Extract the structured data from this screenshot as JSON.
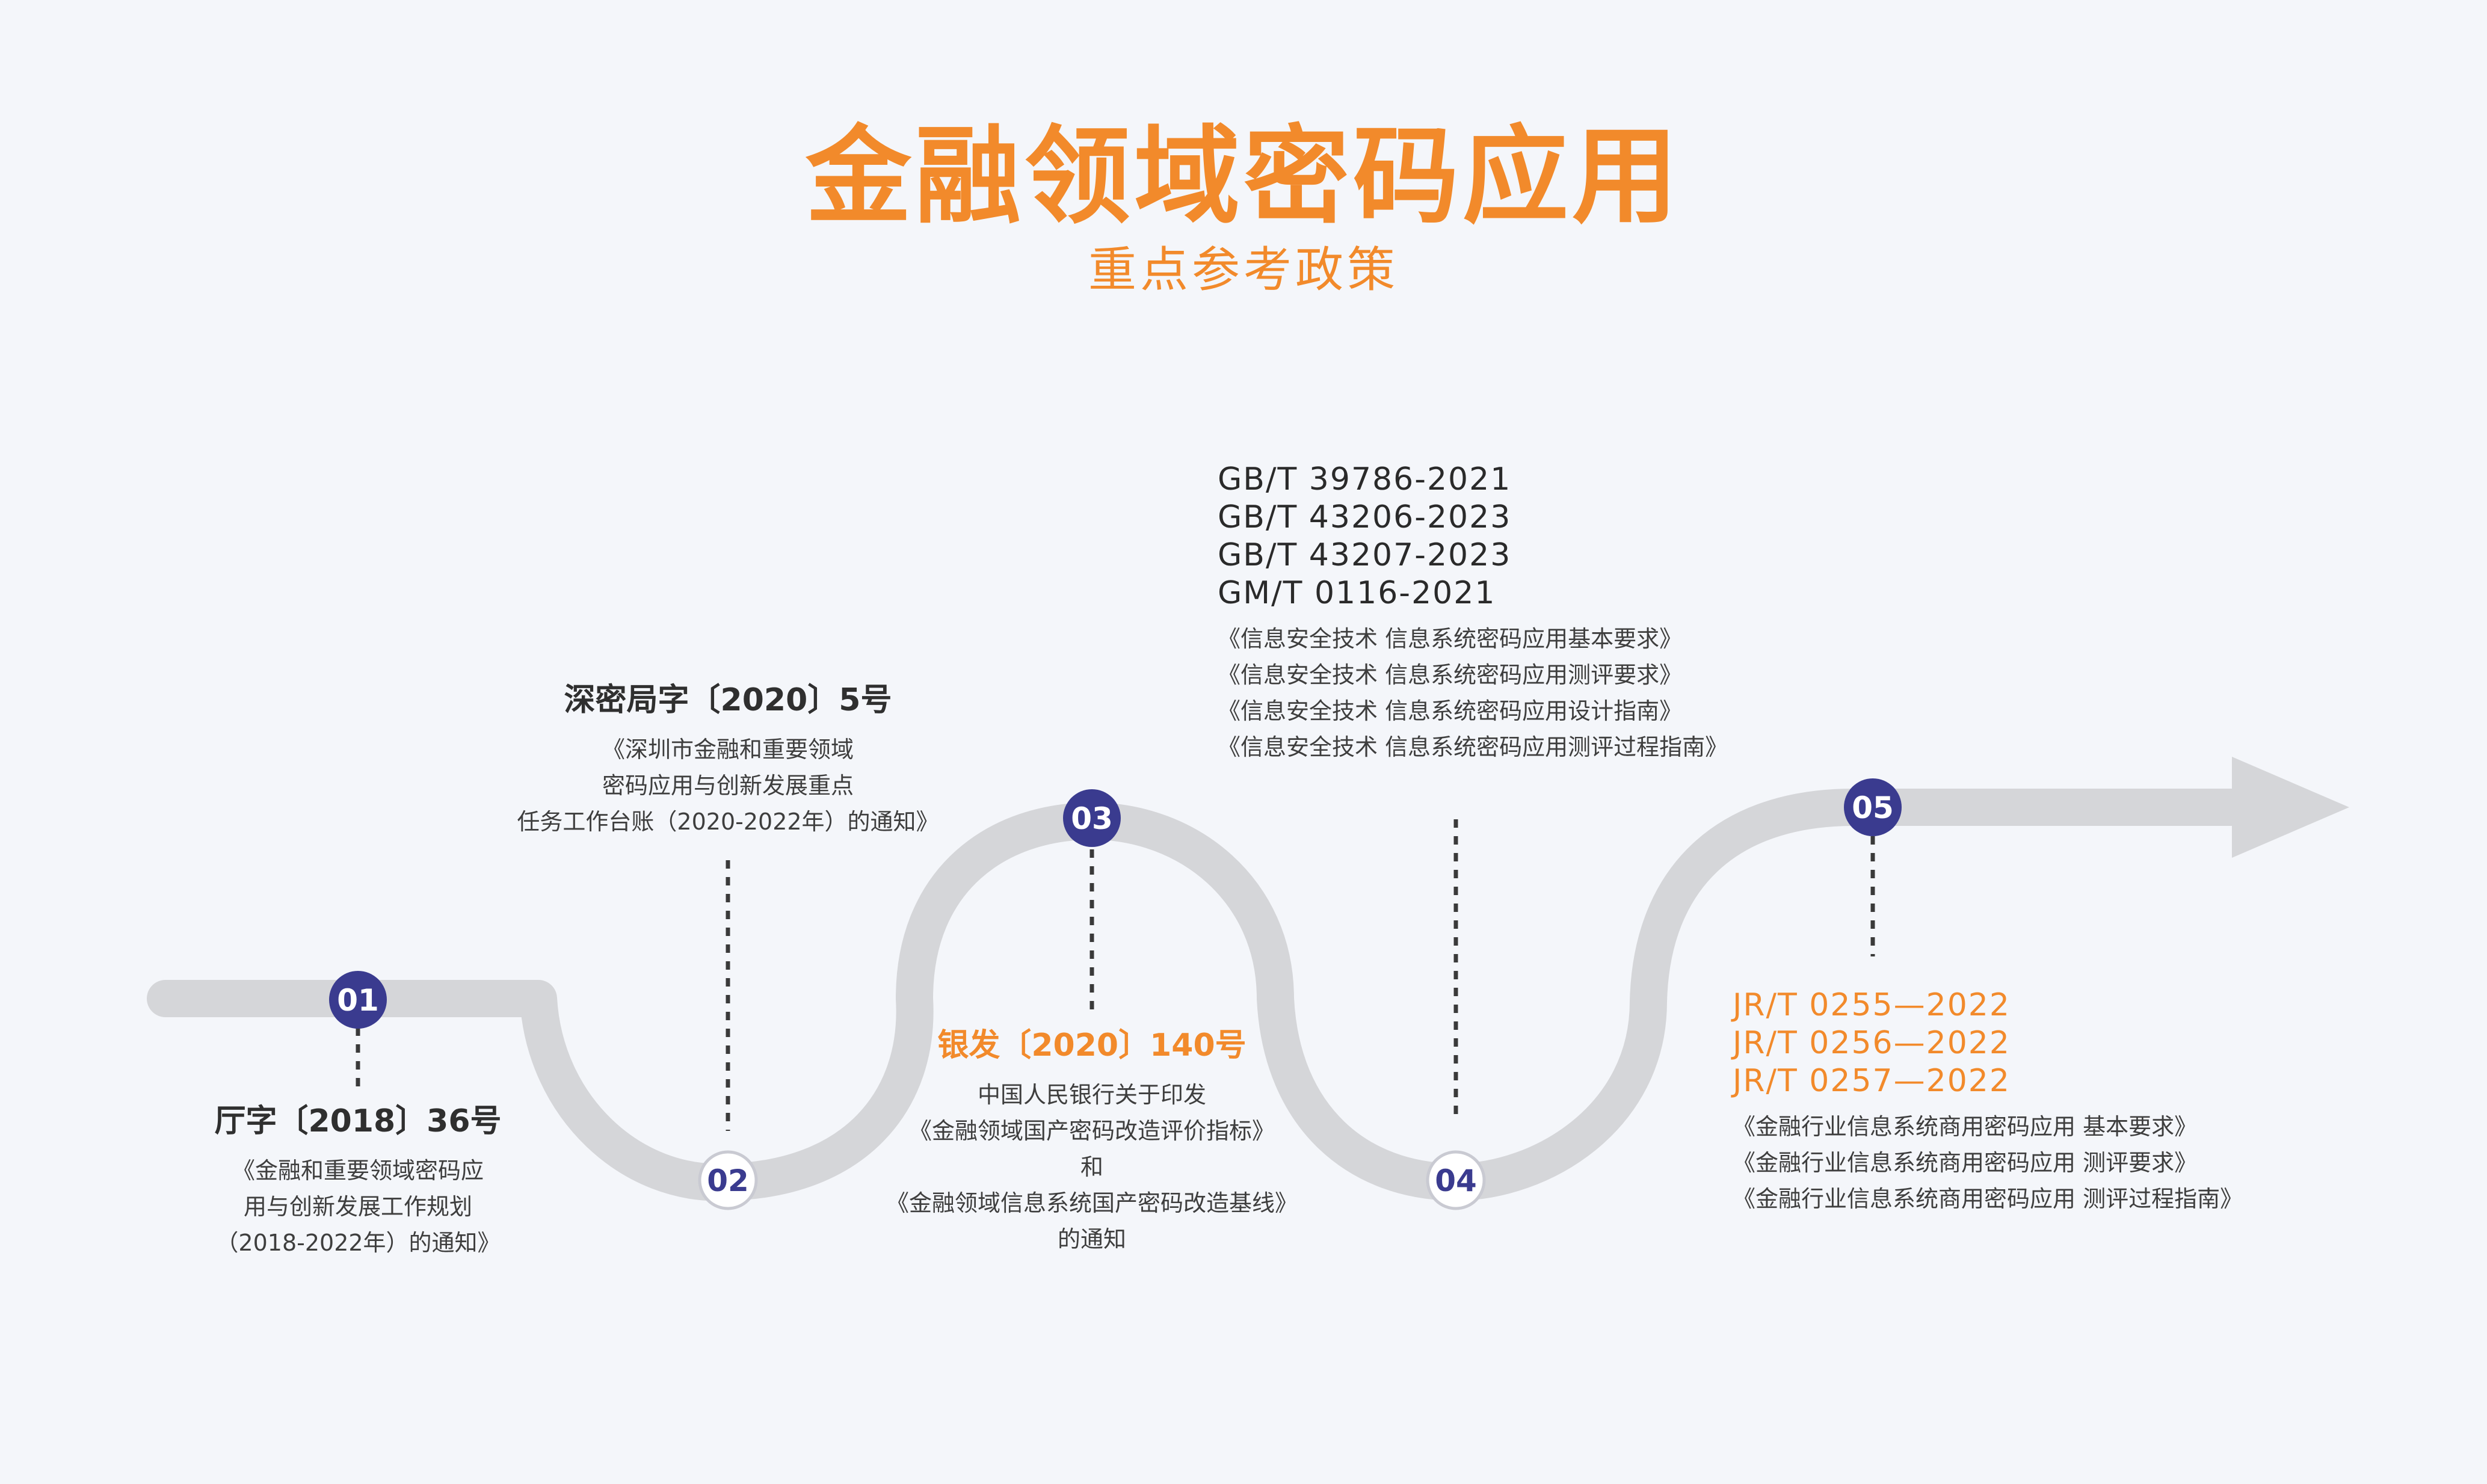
{
  "title": "金融领域密码应用",
  "subtitle": "重点参考政策",
  "colors": {
    "accent": "#f28a2b",
    "node_fill": "#3a3b8f",
    "path": "#d5d6d9",
    "background": "#f4f6fa"
  },
  "nodes": [
    {
      "number": "01",
      "style": "filled",
      "heading": "厅字〔2018〕36号",
      "lines": [
        "《金融和重要领域密码应",
        "用与创新发展工作规划",
        "（2018-2022年）的通知》"
      ]
    },
    {
      "number": "02",
      "style": "outline",
      "heading": "深密局字〔2020〕5号",
      "lines": [
        "《深圳市金融和重要领域",
        "密码应用与创新发展重点",
        "任务工作台账（2020-2022年）的通知》"
      ]
    },
    {
      "number": "03",
      "style": "filled",
      "heading": "银发〔2020〕140号",
      "lines": [
        "中国人民银行关于印发",
        "《金融领域国产密码改造评价指标》",
        "和",
        "《金融领域信息系统国产密码改造基线》",
        "的通知"
      ]
    },
    {
      "number": "04",
      "style": "outline",
      "codes": [
        "GB/T 39786-2021",
        "GB/T 43206-2023",
        "GB/T 43207-2023",
        "GM/T 0116-2021"
      ],
      "lines": [
        "《信息安全技术 信息系统密码应用基本要求》",
        "《信息安全技术 信息系统密码应用测评要求》",
        "《信息安全技术 信息系统密码应用设计指南》",
        "《信息安全技术 信息系统密码应用测评过程指南》"
      ]
    },
    {
      "number": "05",
      "style": "filled",
      "codes": [
        "JR/T 0255—2022",
        "JR/T 0256—2022",
        "JR/T 0257—2022"
      ],
      "lines": [
        "《金融行业信息系统商用密码应用  基本要求》",
        "《金融行业信息系统商用密码应用  测评要求》",
        "《金融行业信息系统商用密码应用 测评过程指南》"
      ]
    }
  ]
}
